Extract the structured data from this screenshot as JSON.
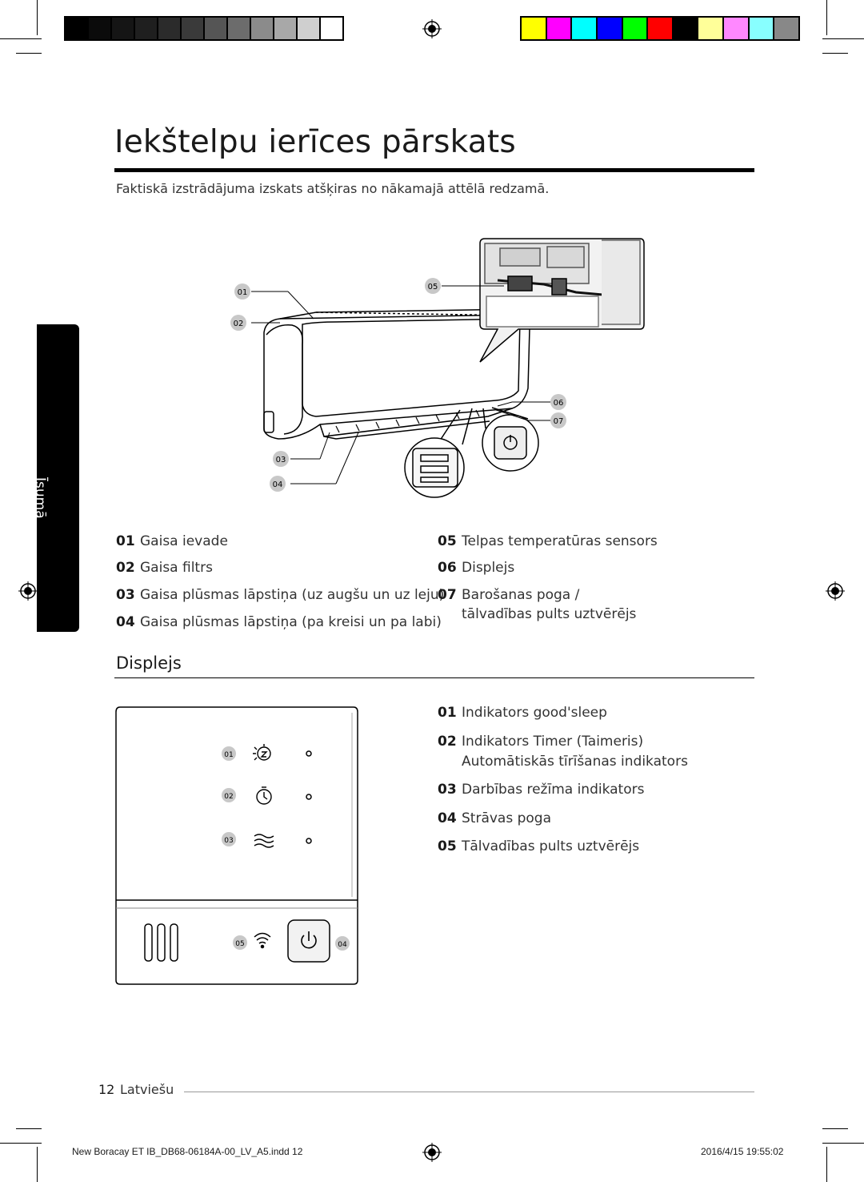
{
  "page": {
    "title": "Iekštelpu ierīces pārskats",
    "subtitle": "Faktiskā izstrādājuma izskats atšķiras no nākamajā attēlā redzamā.",
    "side_tab": "Īsumā"
  },
  "colors": {
    "grayscale_bar": [
      "#000000",
      "#0b0b0b",
      "#151515",
      "#1f1f1f",
      "#2b2b2b",
      "#3a3a3a",
      "#555555",
      "#6c6c6c",
      "#8b8b8b",
      "#a8a8a8",
      "#cfcfcf",
      "#ffffff"
    ],
    "color_bar": [
      "#ffff00",
      "#ff00ff",
      "#00ffff",
      "#0000ff",
      "#00ff00",
      "#ff0000",
      "#000000",
      "#ffff99",
      "#ff88ff",
      "#88ffff",
      "#888888"
    ]
  },
  "diagram": {
    "callouts": [
      "01",
      "02",
      "03",
      "04",
      "05",
      "06",
      "07"
    ]
  },
  "legend": {
    "left": [
      {
        "num": "01",
        "text": "Gaisa ievade"
      },
      {
        "num": "02",
        "text": "Gaisa filtrs"
      },
      {
        "num": "03",
        "text": "Gaisa plūsmas lāpstiņa (uz augšu un uz leju)"
      },
      {
        "num": "04",
        "text": "Gaisa plūsmas lāpstiņa (pa kreisi un pa labi)"
      }
    ],
    "right": [
      {
        "num": "05",
        "text": "Telpas temperatūras sensors"
      },
      {
        "num": "06",
        "text": "Displejs"
      },
      {
        "num": "07",
        "text": "Barošanas poga /"
      },
      {
        "num": "",
        "text": "tālvadības pults uztvērējs"
      }
    ]
  },
  "display_section": {
    "title": "Displejs",
    "panel_callouts": [
      "01",
      "02",
      "03",
      "05",
      "04"
    ],
    "items": [
      {
        "num": "01",
        "text": "Indikators good'sleep"
      },
      {
        "num": "02",
        "text": "Indikators Timer (Taimeris)"
      },
      {
        "num": "",
        "text": "Automātiskās tīrīšanas indikators"
      },
      {
        "num": "03",
        "text": "Darbības režīma indikators"
      },
      {
        "num": "04",
        "text": "Strāvas poga"
      },
      {
        "num": "05",
        "text": "Tālvadības pults uztvērējs"
      }
    ]
  },
  "footer": {
    "page_number": "12",
    "language": "Latviešu",
    "print_file": "New Boracay ET IB_DB68-06184A-00_LV_A5.indd   12",
    "print_date": "2016/4/15   19:55:02"
  }
}
